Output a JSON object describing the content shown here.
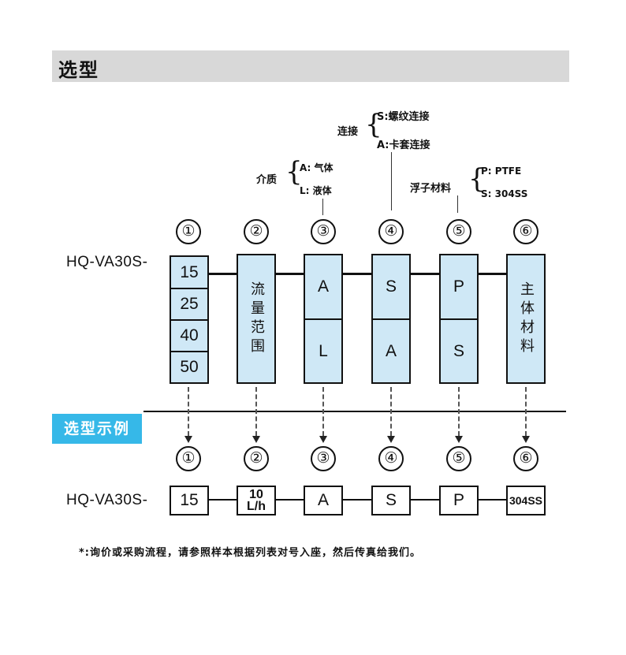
{
  "title": "选型",
  "annotations": {
    "connection": {
      "label": "连接",
      "options": [
        "S:螺纹连接",
        "A:卡套连接"
      ]
    },
    "medium": {
      "label": "介质",
      "options": [
        "A: 气体",
        "L: 液体"
      ]
    },
    "float": {
      "label": "浮子材料",
      "options": [
        "P: PTFE",
        "S: 304SS"
      ]
    }
  },
  "positions": [
    "①",
    "②",
    "③",
    "④",
    "⑤",
    "⑥"
  ],
  "model_prefix": "HQ-VA30S-",
  "columns": {
    "size": [
      "15",
      "25",
      "40",
      "50"
    ],
    "flow_range": "流量范围",
    "medium": [
      "A",
      "L"
    ],
    "connection": [
      "S",
      "A"
    ],
    "float": [
      "P",
      "S"
    ],
    "body_material": "主体材料"
  },
  "example": {
    "label": "选型示例",
    "model_prefix": "HQ-VA30S-",
    "values": {
      "size": "15",
      "flow_top": "10",
      "flow_bottom": "L/h",
      "medium": "A",
      "connection": "S",
      "float": "P",
      "material": "304SS"
    }
  },
  "note": "*:询价或采购流程，请参照样本根据列表对号入座，然后传真给我们。",
  "colors": {
    "cell_fill": "#cfe8f6",
    "example_label_bg": "#36b8e8",
    "title_bar_bg": "#d8d8d8"
  }
}
